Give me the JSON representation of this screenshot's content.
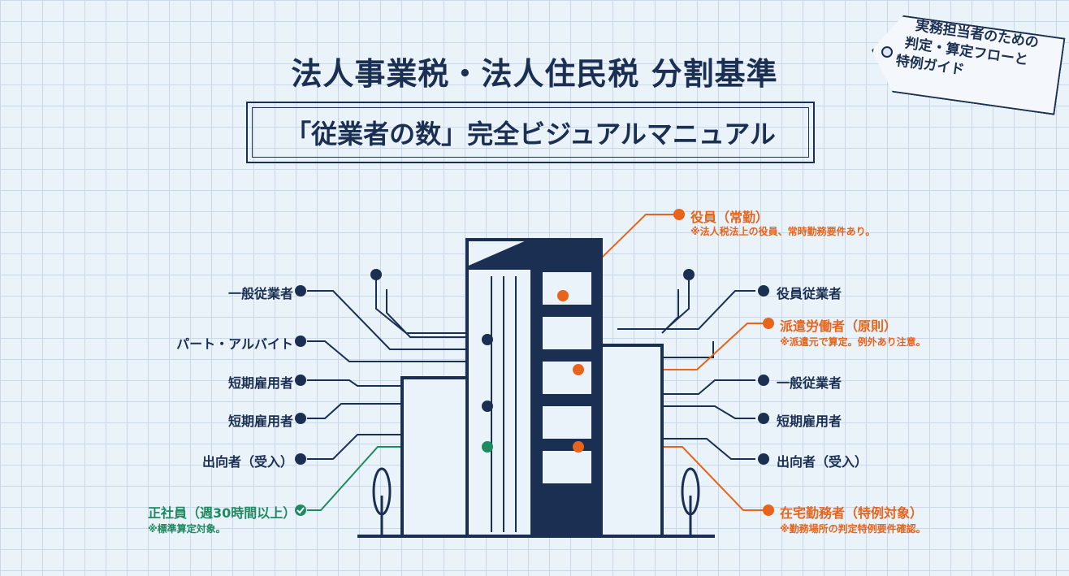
{
  "title": "法人事業税・法人住民税 分割基準",
  "subtitle": "「従業者の数」完全ビジュアルマニュアル",
  "tag": {
    "line1": "実務担当者のための",
    "line2": "判定・算定フローと",
    "line3": "特例ガイド"
  },
  "left": [
    {
      "label": "一般従業者"
    },
    {
      "label": "パート・アルバイト"
    },
    {
      "label": "短期雇用者"
    },
    {
      "label": "短期雇用者"
    },
    {
      "label": "出向者（受入）"
    },
    {
      "label": "正社員（週30時間以上）",
      "note": "※標準算定対象。"
    }
  ],
  "right": [
    {
      "label": "役員（常勤）",
      "note": "※法人税法上の役員、常時勤務要件あり。"
    },
    {
      "label": "役員従業者"
    },
    {
      "label": "派遣労働者（原則）",
      "note": "※派遣元で算定。例外あり注意。"
    },
    {
      "label": "一般従業者"
    },
    {
      "label": "短期雇用者"
    },
    {
      "label": "出向者（受入）"
    },
    {
      "label": "在宅勤務者（特例対象）",
      "note": "※勤務場所の判定特例要件確認。"
    }
  ],
  "colors": {
    "navy": "#1b2f52",
    "orange": "#e8641b",
    "green": "#1e8a5f"
  }
}
